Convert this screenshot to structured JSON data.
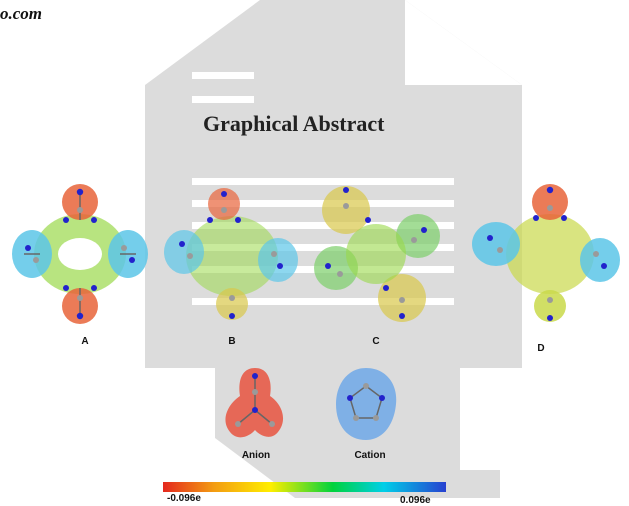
{
  "header": {
    "site_text": "o.com"
  },
  "title": "Graphical Abstract",
  "panels": [
    {
      "label": "A"
    },
    {
      "label": "B"
    },
    {
      "label": "C"
    },
    {
      "label": "D"
    }
  ],
  "ions": [
    {
      "label": "Anion"
    },
    {
      "label": "Cation"
    }
  ],
  "colorbar": {
    "min_label": "-0.096e",
    "max_label": "0.096e"
  },
  "colors": {
    "anion_surface": "#e8533f",
    "cation_surface": "#6fa8e8",
    "nitrogen_atom": "#2222cc",
    "carbon_atom": "#9a9a9a",
    "watermark": "#8c8c8c"
  }
}
